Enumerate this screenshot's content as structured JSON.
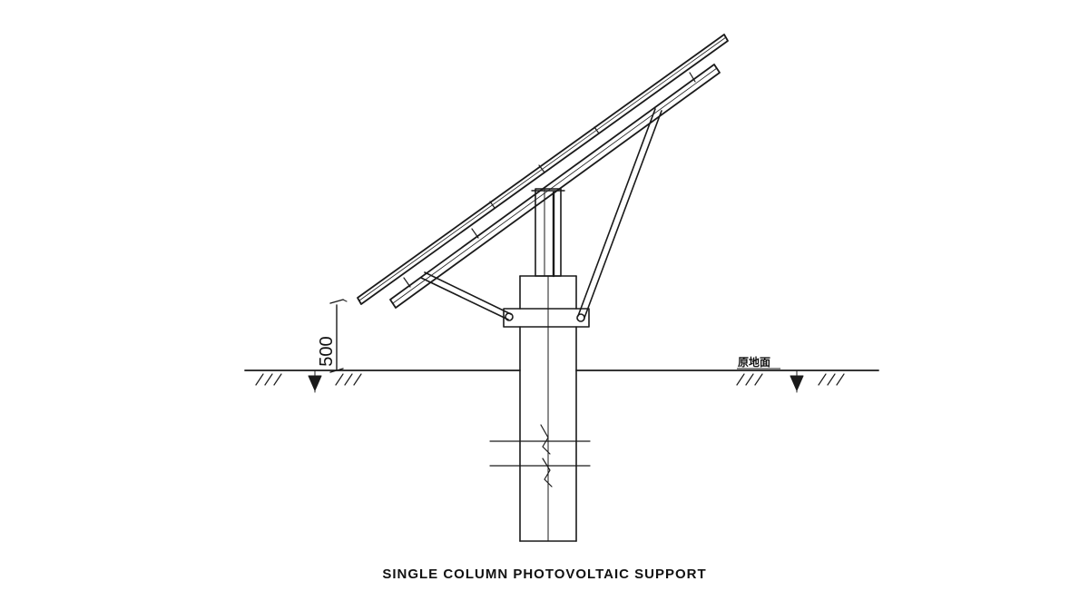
{
  "diagram": {
    "caption": "SINGLE COLUMN PHOTOVOLTAIC SUPPORT",
    "dimension_label": "500",
    "ground_label": "原地面",
    "stroke_color": "#1a1a1a",
    "background_color": "#ffffff"
  }
}
